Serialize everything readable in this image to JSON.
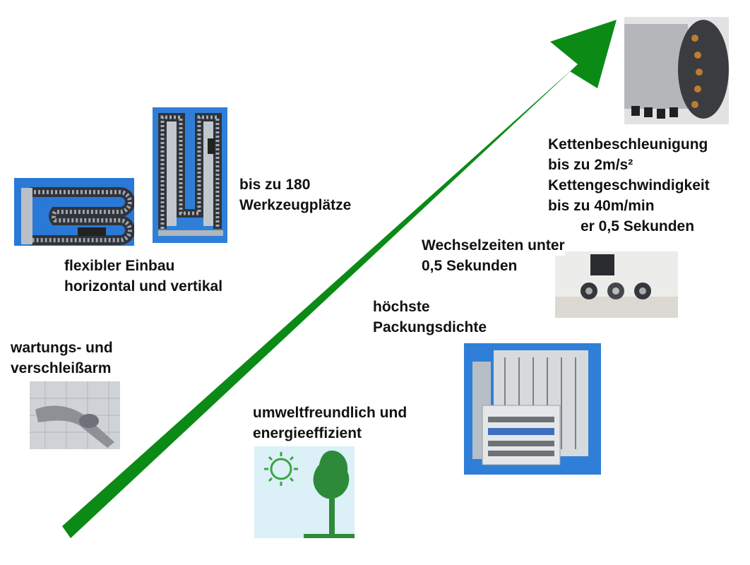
{
  "colors": {
    "arrow": "#0b8a16",
    "text": "#111111",
    "tree": "#2d8a3a",
    "sun": "#3aa644",
    "sky": "#dcf0f8"
  },
  "icons": [
    "chain-horizontal-image",
    "chain-vertical-image",
    "wrench-icon",
    "sun-icon",
    "tree-icon",
    "tool-magazine-image",
    "tool-gripper-image",
    "chain-drum-image"
  ],
  "labels": {
    "capacity": {
      "line1": "bis zu 180",
      "line2": "Werkzeugplätze"
    },
    "install": {
      "line1": "flexibler Einbau",
      "line2": "horizontal und vertikal"
    },
    "maintenance": {
      "line1": "wartungs- und",
      "line2": "verschleißarm"
    },
    "eco": {
      "line1": "umweltfreundlich und",
      "line2": "energieeffizient"
    },
    "density": {
      "line1": "höchste",
      "line2": "Packungsdichte"
    },
    "change": {
      "line1": "Wechselzeiten unter",
      "line2": "0,5 Sekunden"
    },
    "chain": {
      "line1": "Kettenbeschleunigung",
      "line2": "bis zu 2m/s²",
      "line3": "Kettengeschwindigkeit",
      "line4": "bis zu 40m/min",
      "line5": "er 0,5 Sekunden"
    }
  }
}
